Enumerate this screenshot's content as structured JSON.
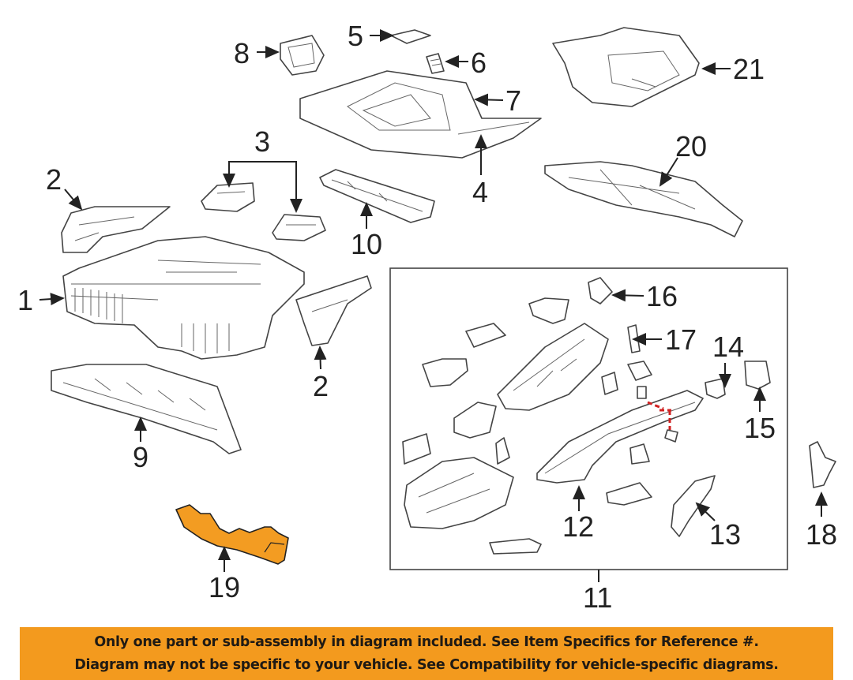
{
  "diagram": {
    "callouts": {
      "c1": "1",
      "c2a": "2",
      "c2b": "2",
      "c3": "3",
      "c4": "4",
      "c5": "5",
      "c6": "6",
      "c7": "7",
      "c8": "8",
      "c9": "9",
      "c10": "10",
      "c11": "11",
      "c12": "12",
      "c13": "13",
      "c14": "14",
      "c15": "15",
      "c16": "16",
      "c17": "17",
      "c18": "18",
      "c19": "19",
      "c20": "20",
      "c21": "21"
    },
    "highlight_part": "19",
    "highlight_color": "#f39c22"
  },
  "banner": {
    "line1": "Only one part or sub-assembly in diagram included. See Item Specifics for Reference #.",
    "line2": "Diagram may not be specific to your vehicle. See Compatibility for vehicle-specific diagrams.",
    "color": "#f39a1e"
  }
}
